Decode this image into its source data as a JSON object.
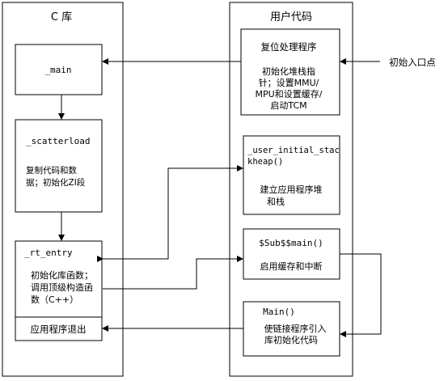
{
  "c_library": {
    "title": "C 库",
    "main_box": {
      "label": "_main"
    },
    "scatterload_box": {
      "label": "_scatterload",
      "desc_line1": "复制代码和数",
      "desc_line2": "据；初始化ZI段"
    },
    "rt_entry_box": {
      "label": "_rt_entry",
      "desc_line1": "初始化库函数；",
      "desc_line2": "调用顶级构造函",
      "desc_line3": "数（C++）"
    },
    "exit_box": {
      "label": "应用程序退出"
    }
  },
  "user_code": {
    "title": "用户代码",
    "reset_box": {
      "title": "复位处理程序",
      "line1": "初始化堆栈指",
      "line2": "针；设置MMU/",
      "line3": "MPU和设置缓存/",
      "line4": "启动TCM"
    },
    "stack_box": {
      "label_line1": "_user_initial_stac",
      "label_line2": "kheap()",
      "desc_line1": "建立应用程序堆",
      "desc_line2": "和栈"
    },
    "sub_main_box": {
      "label": "$Sub$$main()",
      "desc": "启用缓存和中断"
    },
    "main_func_box": {
      "label": "Main()",
      "desc_line1": "使链接程序引入",
      "desc_line2": "库初始化代码"
    }
  },
  "entry_point_label": "初始入口点"
}
